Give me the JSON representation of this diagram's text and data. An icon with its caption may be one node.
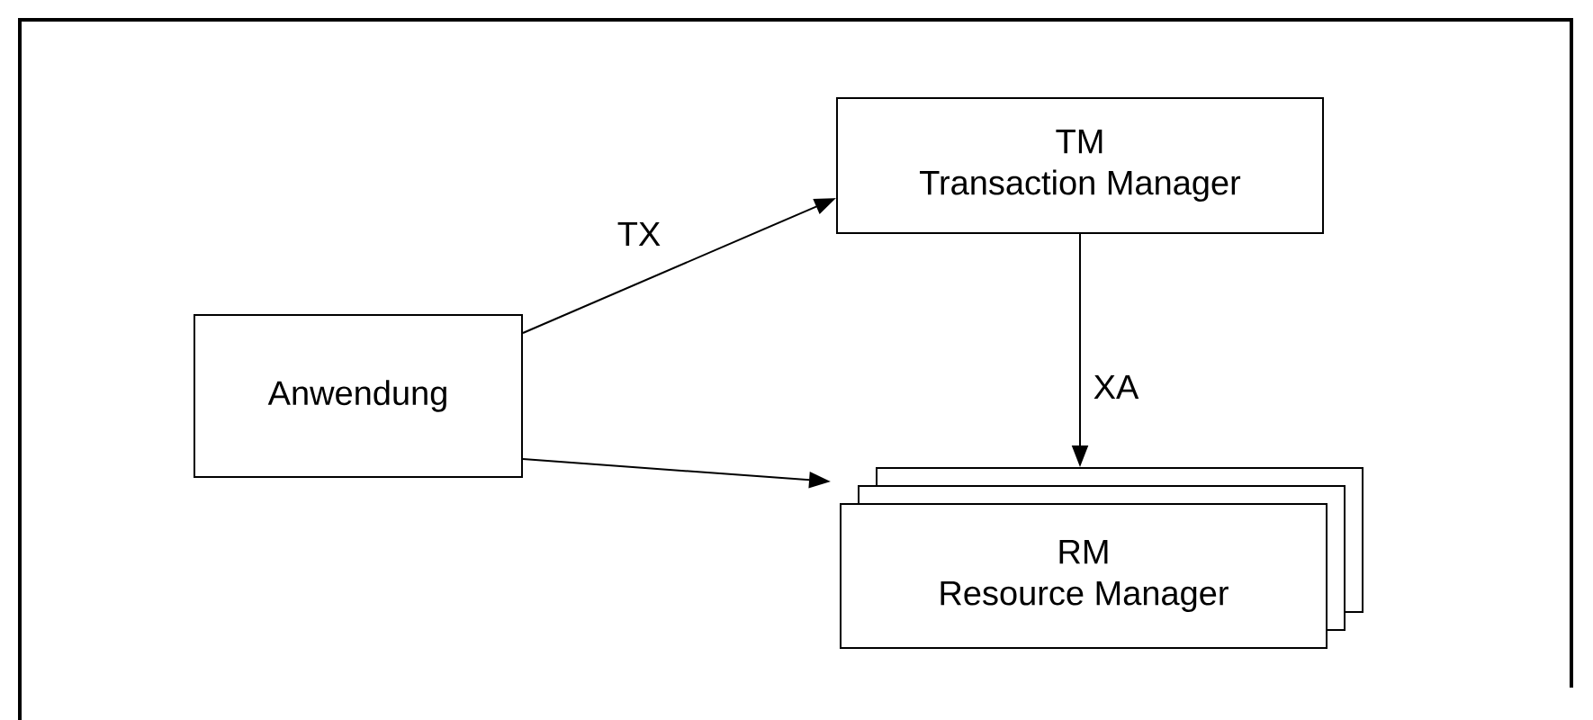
{
  "diagram": {
    "nodes": [
      {
        "text": [
          "Anwendung"
        ]
      },
      {
        "text": [
          "TM",
          "Transaction Manager"
        ]
      },
      {
        "text": [
          "RM",
          "Resource Manager"
        ]
      }
    ],
    "edges": [
      {
        "from": 0,
        "to": 1,
        "arrow": "to",
        "label": "TX"
      },
      {
        "from": 1,
        "to": 2,
        "arrow": "to",
        "label": "XA"
      },
      {
        "from": 0,
        "to": 2,
        "arrow": "to"
      }
    ]
  }
}
